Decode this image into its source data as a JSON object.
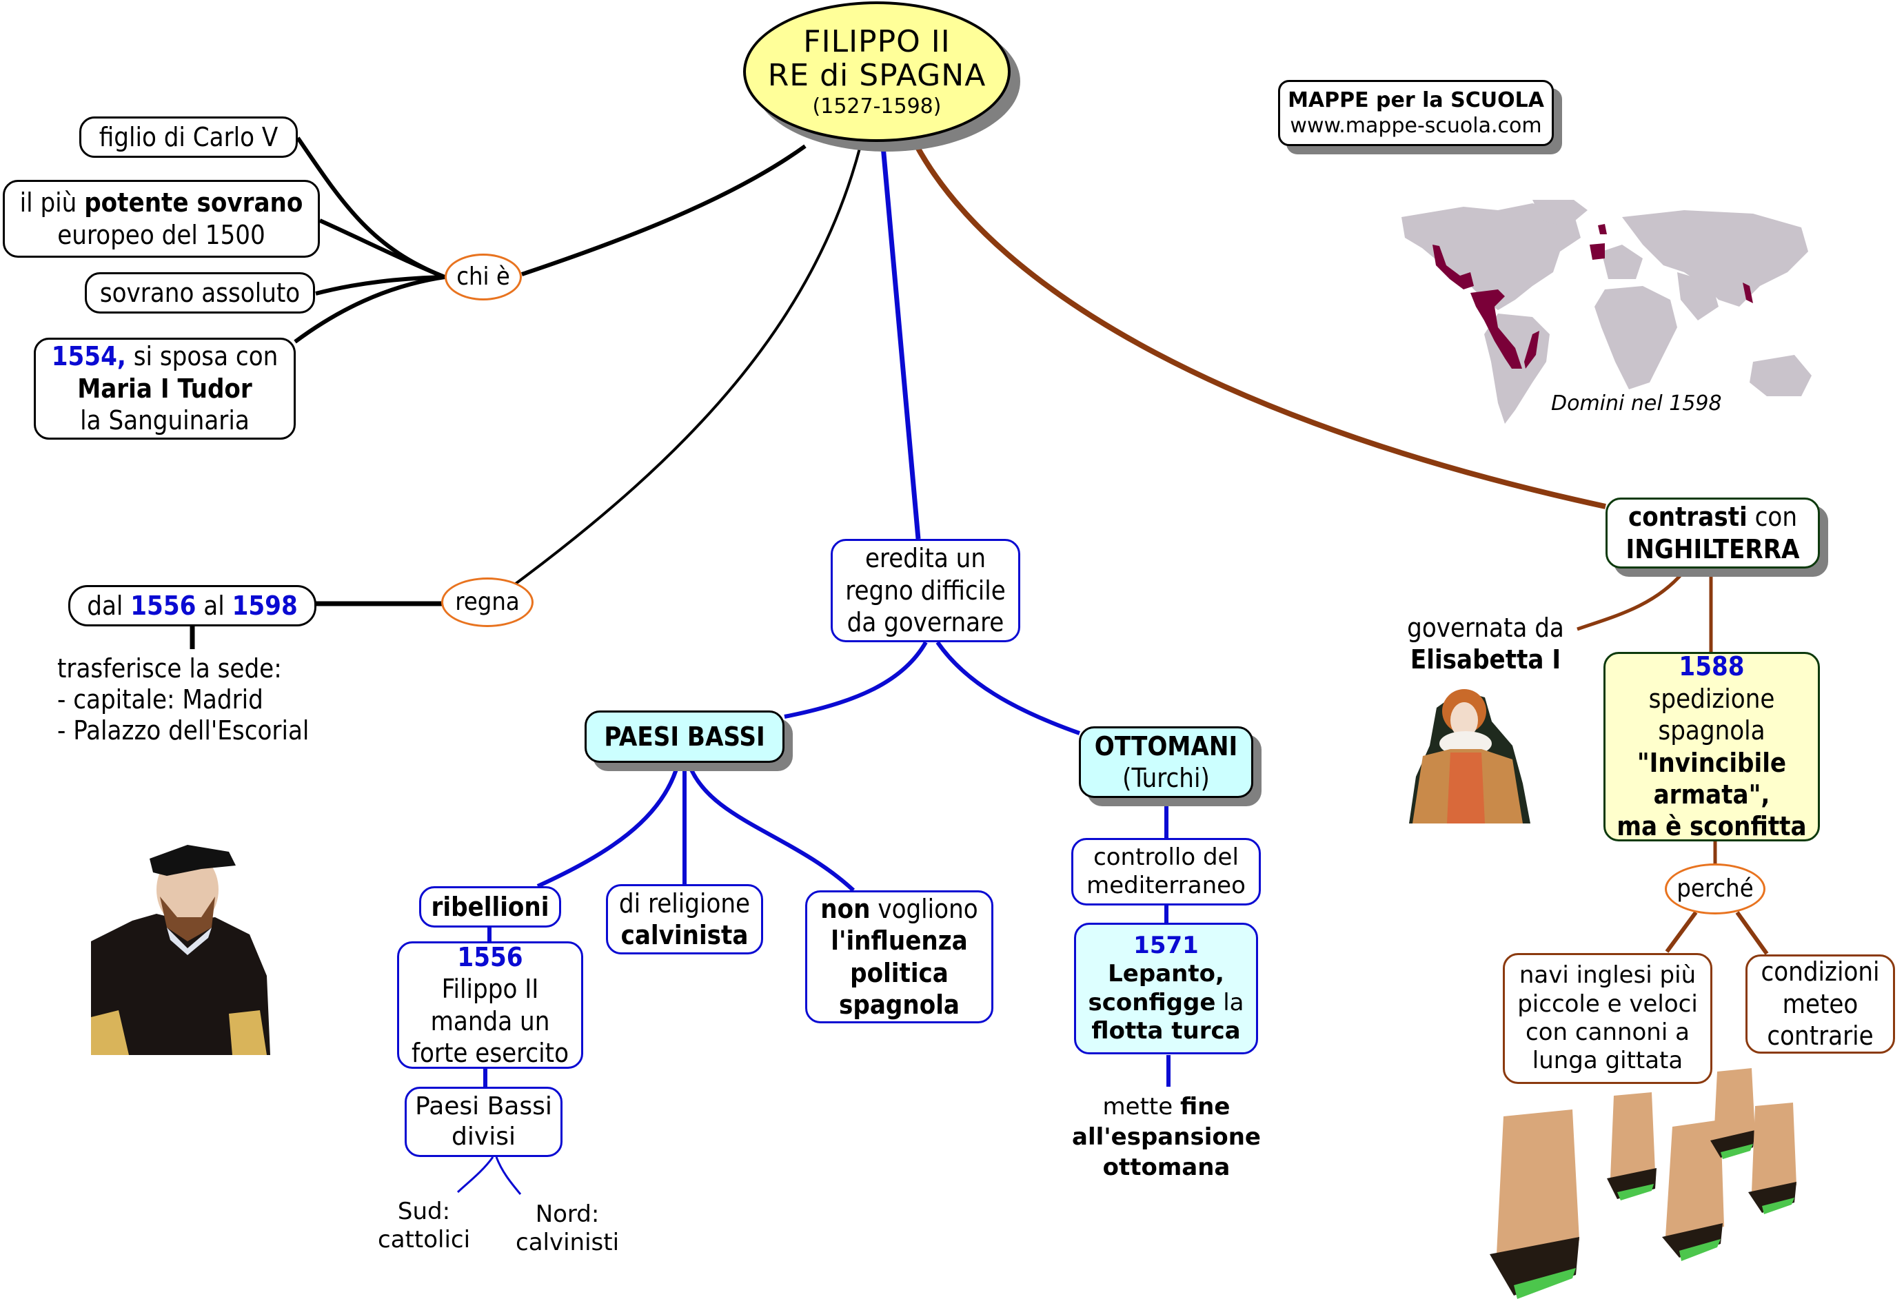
{
  "central": {
    "line1": "FILIPPO II",
    "line2": "RE di SPAGNA",
    "line3": "(1527-1598)"
  },
  "brand": {
    "title": "MAPPE per la SCUOLA",
    "url": "www.mappe-scuola.com"
  },
  "colors": {
    "central_fill": "#ffff99",
    "cyan_fill": "#ccffff",
    "yellow_fill": "#ffffcc",
    "link_black": "#000000",
    "link_blue": "#0a0ad2",
    "link_brown": "#8b3a0f",
    "linker_oval": "#e8731f",
    "map_land": "#c9c3cb",
    "map_domains": "#7a0038"
  },
  "chi_e": {
    "label": "chi è",
    "items": {
      "figlio": "figlio di Carlo V",
      "potente_pre": "il più ",
      "potente_bold": "potente sovrano",
      "potente_post": "europeo del 1500",
      "assoluto": "sovrano assoluto",
      "sposa_year": "1554,",
      "sposa_post": " si sposa con",
      "sposa_bold": "Maria I Tudor",
      "sposa_line3": "la Sanguinaria"
    }
  },
  "regna": {
    "label": "regna",
    "range_pre": "dal ",
    "range_from": "1556",
    "range_mid": " al ",
    "range_to": "1598",
    "sede_lines": [
      "trasferisce la sede:",
      "- capitale: Madrid",
      "- Palazzo dell'Escorial"
    ]
  },
  "eredita": {
    "lines": [
      "eredita un",
      "regno difficile",
      "da governare"
    ]
  },
  "paesi_bassi": {
    "title": "PAESI BASSI",
    "ribellioni": "ribellioni",
    "event_year": "1556",
    "event_lines": [
      "Filippo II",
      "manda un",
      "forte esercito"
    ],
    "divisi_lines": [
      "Paesi Bassi",
      "divisi"
    ],
    "sud_lines": [
      "Sud:",
      "cattolici"
    ],
    "nord_lines": [
      "Nord:",
      "calvinisti"
    ],
    "religione_line1": "di religione",
    "religione_bold": "calvinista",
    "influenza_bold1": "non",
    "influenza_rest1": " vogliono",
    "influenza_bold_lines": [
      "l'influenza",
      "politica",
      "spagnola"
    ]
  },
  "ottomani": {
    "title": "OTTOMANI",
    "subtitle": "(Turchi)",
    "controllo_lines": [
      "controllo del",
      "mediterraneo"
    ],
    "lepanto_year": "1571",
    "lepanto_line1": "Lepanto,",
    "lepanto_line2_bold": "sconfigge",
    "lepanto_line2_rest": " la",
    "lepanto_line3": "flotta turca",
    "fine_pre": "mette ",
    "fine_bold": "fine",
    "fine_lines": [
      "all'espansione",
      "ottomana"
    ]
  },
  "inghilterra": {
    "contrasti_bold": "contrasti",
    "contrasti_rest": " con",
    "country": "INGHILTERRA",
    "governata": "governata da",
    "regina": "Elisabetta I",
    "armada_year": "1588",
    "armada_lines": [
      "spedizione",
      "spagnola"
    ],
    "armada_bold_lines": [
      "\"Invincibile",
      "armata\",",
      "ma è sconfitta"
    ],
    "perche": "perché",
    "navi_lines": [
      "navi inglesi più",
      "piccole e veloci",
      "con cannoni a",
      "lunga gittata"
    ],
    "meteo_lines": [
      "condizioni",
      "meteo",
      "contrarie"
    ]
  },
  "map": {
    "caption": "Domini nel 1598"
  },
  "images": {
    "filippo": "portrait-filippo-ii",
    "elisabetta": "portrait-elisabetta-i",
    "ships": "armada-ships",
    "map": "world-map-spanish-domains"
  }
}
